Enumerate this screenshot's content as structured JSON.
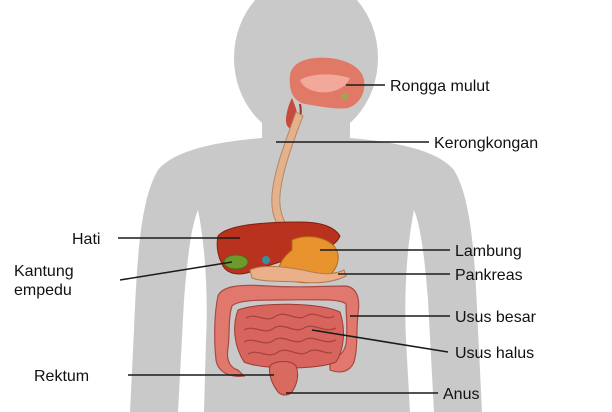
{
  "labels": {
    "rongga_mulut": "Rongga mulut",
    "kerongkongan": "Kerongkongan",
    "hati": "Hati",
    "kantung_empedu_line1": "Kantung",
    "kantung_empedu_line2": "empedu",
    "lambung": "Lambung",
    "pankreas": "Pankreas",
    "usus_besar": "Usus besar",
    "usus_halus": "Usus halus",
    "rektum": "Rektum",
    "anus": "Anus"
  },
  "colors": {
    "background": "#ffffff",
    "body_silhouette": "#c9c9c9",
    "esophagus": "#e2b28c",
    "liver": "#b8321e",
    "stomach": "#e8932e",
    "gallbladder": "#6e9a2c",
    "pancreas": "#e9b08a",
    "large_intestine": "#e0786e",
    "small_intestine": "#d8655d",
    "rectum": "#d86a60",
    "leader_line": "#1a1a1a"
  }
}
